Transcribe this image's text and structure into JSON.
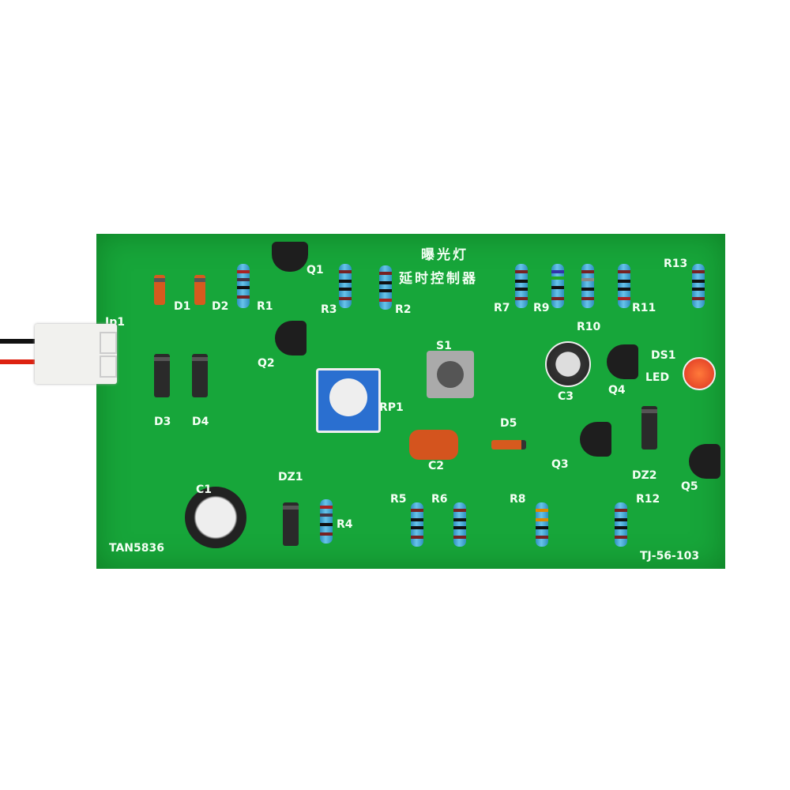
{
  "board": {
    "title_line1": "曝光灯",
    "title_line2": "延时控制器",
    "model": "TAN5836",
    "code": "TJ-56-103",
    "color": "#17a63a"
  },
  "labels": {
    "jp1": "Jp1",
    "d1": "D1",
    "d2": "D2",
    "d3": "D3",
    "d4": "D4",
    "d5": "D5",
    "dz1": "DZ1",
    "dz2": "DZ2",
    "r1": "R1",
    "r2": "R2",
    "r3": "R3",
    "r4": "R4",
    "r5": "R5",
    "r6": "R6",
    "r7": "R7",
    "r8": "R8",
    "r9": "R9",
    "r10": "R10",
    "r11": "R11",
    "r12": "R12",
    "r13": "R13",
    "q1": "Q1",
    "q2": "Q2",
    "q3": "Q3",
    "q4": "Q4",
    "q5": "Q5",
    "s1": "S1",
    "c1": "C1",
    "c2": "C2",
    "c3": "C3",
    "rp1": "RP1",
    "ds1": "DS1",
    "led": "LED"
  }
}
